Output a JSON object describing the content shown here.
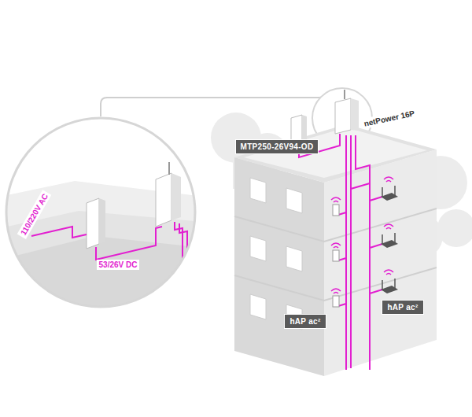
{
  "diagram": {
    "nodes": [
      {
        "text": [
          "MTP250-26V94-OD"
        ]
      },
      {
        "text": [
          "hAP ac²"
        ]
      },
      {
        "text": [
          "hAP ac²"
        ]
      }
    ],
    "labels": [
      "netPower 16P",
      "110/220V AC",
      "53/26V DC"
    ]
  }
}
